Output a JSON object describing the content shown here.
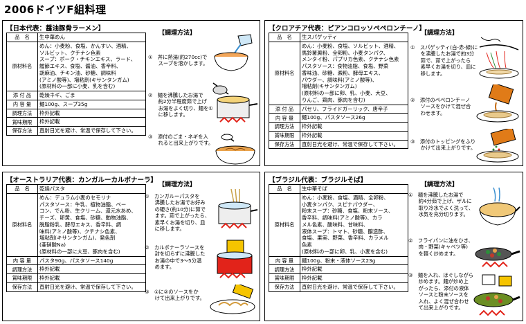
{
  "page_title": "2006ドイツF組料理",
  "method_header": "【調理方法】",
  "panels": {
    "japan": {
      "title": "【日本代表：醤油豚骨ラーメン】",
      "rows": [
        {
          "label": "品　名",
          "value": "生中華めん"
        },
        {
          "label": "原材料名",
          "value": "めん：小麦粉、食塩、かんすい、酒精、\nソルビット、クチナシ色素\nスープ：ポーク・チキンエキス、ラード、\n鰹節エキス、食塩、醤油、香辛料、\n胡麻油、チキン油、砂糖、調味料\n(アミノ酸等)、増粘剤(キサンタンガム)\n(原材料の一部に小麦、乳を含む)"
        },
        {
          "label": "添 付 品",
          "value": "乾燥ネギ、ごま"
        },
        {
          "label": "内 容 量",
          "value": "麺100g、スープ35g"
        },
        {
          "label": "調理方法",
          "value": "枠外記載"
        },
        {
          "label": "賞味期限",
          "value": "枠外記載"
        },
        {
          "label": "保存方法",
          "value": "直射日光を避け、常温で保存して下さい。"
        }
      ],
      "steps": [
        "①　丼に熱湯(約270cc)で\n　　スープを溶かします。",
        "②　麺を沸騰したお湯で\n　　約2分半程度茹で上げ\n　　お湯をよく切り、麺を①\n　　に移します。",
        "③　添付のごま・ネギを入\n　　れると出来上がりです。"
      ]
    },
    "croatia": {
      "title": "【クロアチア代表：ピアンコロッソペペロンチーノ】",
      "rows": [
        {
          "label": "品　名",
          "value": "生スパゲッティ"
        },
        {
          "label": "原材料名",
          "value": "めん：小麦粉、食塩、ソルビット、酒精、\n馬鈴薯澱粉、全卵粉、小麦タンパク、\nメンタイ粉、パプリカ色素、クチナシ色素\nパスタソース：食物油脂、食塩、野菜\n香味油、砂糖、澱粉、酵母エキス、\nパウダー、調味料(アミノ酸等)、\n増粘剤(キサンタンガム)\n(原材料の一部に卵、乳、小麦、大豆、\nりんご、鶏肉、豚肉を含む)"
        },
        {
          "label": "添 付 品",
          "value": "パセリ、フライドガーリック、唐辛子"
        },
        {
          "label": "内 容 量",
          "value": "麺100g、パスタソース26g"
        },
        {
          "label": "調理方法",
          "value": "枠外記載"
        },
        {
          "label": "賞味期限",
          "value": "枠外記載"
        },
        {
          "label": "保存方法",
          "value": "直射日光を避け、常温で保存して下さい。"
        }
      ],
      "steps": [
        "①　スパゲッティ(白-赤-緑)に\n　　を沸騰したお湯で約3分\n　　茹で、茹で上がったら\n　　素早くお湯を切り、皿に\n　　移します。",
        "②　添付のペペロンチーノ\n　　ソースをかけて混ぜ合\n　　わせます。",
        "③　添付のトッピングをふり\n　　かけて出来上がりです。"
      ]
    },
    "australia": {
      "title": "【オーストラリア代表：カンガルーカルボナーラ】",
      "rows": [
        {
          "label": "品　名",
          "value": "乾燥パスタ"
        },
        {
          "label": "原材料名",
          "value": "めん：デュラム小麦のセモリナ\nパスタソース：牛乳、植物油脂、ベー\nコン、でん粉、生クリーム、還元水あめ、\nチーズ、卵黄、食塩、砂糖、動物油脂、\n脱脂粉乳、酵母エキス、香辛料、調\n味料(アミノ酸等)、クチナシ色素、\n増粘剤(キサンタンガム)、発色剤\n(亜硝酸Na)\n(原材料の一部に大豆、豚肉を含む)"
        },
        {
          "label": "内 容 量",
          "value": "パスタ90g、パスタソース140g"
        },
        {
          "label": "調理方法",
          "value": "枠外記載"
        },
        {
          "label": "賞味期限",
          "value": "枠外記載"
        },
        {
          "label": "保存方法",
          "value": "直射日光を避け、常温で保存して下さい。"
        }
      ],
      "steps": [
        "①　カンガルーパスタを\n　　沸騰したお湯でお好み\n　　の硬さ(約10分)に茹で\n　　ます。茹で上がったら、\n　　素早くお湯を切り、皿\n　　に移します。",
        "②　カルボナーラソースを\n　　封を切らずに沸騰した\n　　お湯の中で3～5分温\n　　めます。",
        "③　①に②のソースをか\n　　けて出来上がりです。"
      ]
    },
    "brazil": {
      "title": "【ブラジル代表：ブラジルそば】",
      "rows": [
        {
          "label": "品　名",
          "value": "生中華そば"
        },
        {
          "label": "原材料名",
          "value": "めん：小麦粉、食塩、酒精、全卵粉、\n小麦タンパク、スピナパウダー、\n粉末スープ：砂糖、食塩、粉末ソース、\n香辛料、調味料(アミノ酸等)、カラ\nメル色素、酸味料、甘味料、\n液体スープ：トマト、砂糖、醸造酢、\n食塩、果実、野菜、香辛料、カラメル\n色素\n(原材料の一部に卵、乳、小麦を含む)"
        },
        {
          "label": "内 容 量",
          "value": "麺100g、粉末・液体ソース23g"
        },
        {
          "label": "調理方法",
          "value": "枠外記載"
        },
        {
          "label": "賞味期限",
          "value": "枠外記載"
        },
        {
          "label": "保存方法",
          "value": "直射日光を避け、常温で保存して下さい。"
        }
      ],
      "steps": [
        "①　麺を沸騰したお湯で\n　　約4分茹で上げ、ザルに\n　　取り冷水でよく洗って、\n　　水気を充分切ります。",
        "②　フライパンに油をひき、\n　　肉・野菜(キャベツ等)\n　　を軽く炒めます。",
        "③　麺を入れ、ほぐしながら\n　　炒めます。麺が炒め上\n　　がったら、添付の液体\n　　ソースと粉末ソースを\n　　入れ、よく混ぜ合わせ\n　　て出来上がりです。"
      ]
    }
  }
}
